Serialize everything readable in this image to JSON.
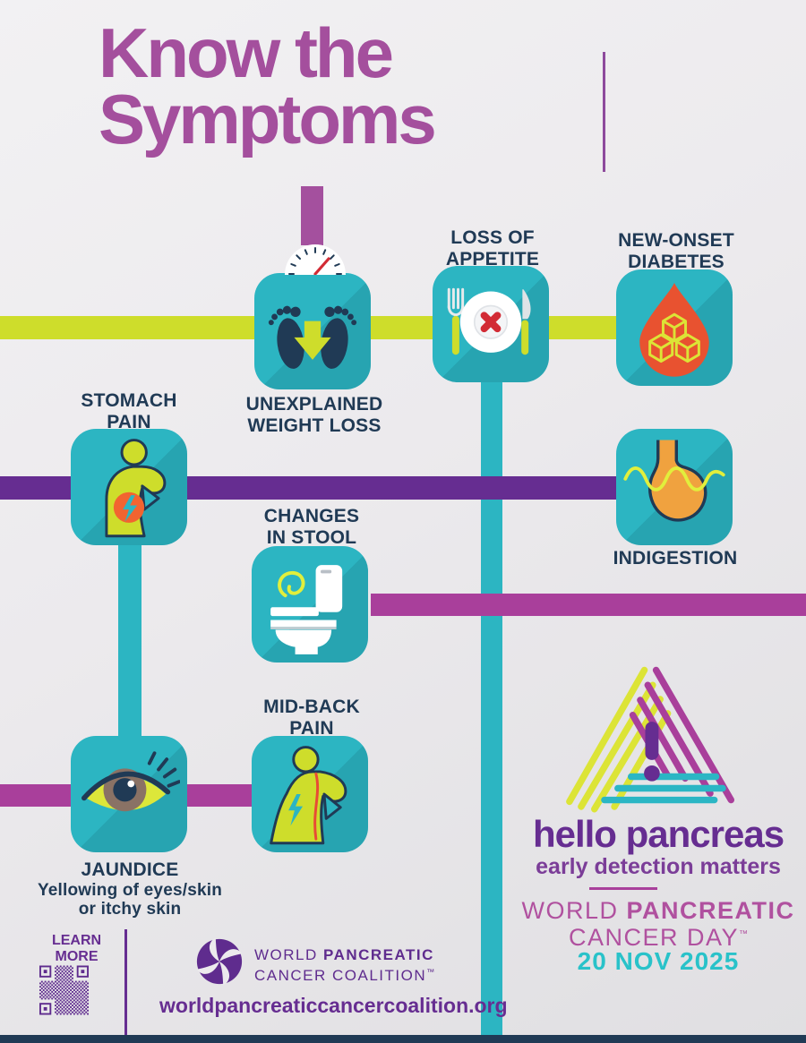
{
  "title": {
    "line1": "Know the",
    "line2": "Symptoms"
  },
  "symptoms": {
    "weight_loss": "UNEXPLAINED\nWEIGHT LOSS",
    "appetite": "LOSS OF\nAPPETITE",
    "diabetes": "NEW-ONSET\nDIABETES",
    "stomach": "STOMACH\nPAIN",
    "indigestion": "INDIGESTION",
    "stool": "CHANGES\nIN STOOL",
    "midback": "MID-BACK\nPAIN",
    "jaundice": "JAUNDICE",
    "jaundice_sub": "Yellowing of eyes/skin\nor itchy skin"
  },
  "campaign": {
    "tagline": "hello pancreas",
    "subtitle": "early detection matters",
    "day_word1": "WORLD ",
    "day_word2": "PANCREATIC",
    "day_line2": "CANCER DAY",
    "day_tm": "™",
    "date": "20 NOV 2025"
  },
  "footer": {
    "learn_more": "LEARN\nMORE",
    "coalition_word1": "WORLD ",
    "coalition_word2": "PANCREATIC",
    "coalition_line2": "CANCER COALITION",
    "coalition_tm": "™",
    "url": "worldpancreaticcancercoalition.org"
  },
  "icons": {
    "weight_loss": "scale-feet-down-arrow-icon",
    "appetite": "plate-crossed-out-icon",
    "diabetes": "blood-drop-sugar-cubes-icon",
    "stomach": "person-holding-stomach-icon",
    "indigestion": "stomach-organ-wave-icon",
    "stool": "toilet-swirl-icon",
    "midback": "person-back-pain-icon",
    "jaundice": "yellow-eye-icon",
    "campaign": "warning-triangle-stripes-icon",
    "coalition": "swirl-globe-icon",
    "learn_more": "qr-code-icon"
  },
  "colors": {
    "teal": "#2cb5c2",
    "purple": "#662d91",
    "magenta": "#a93f9b",
    "lime": "#cedd2b",
    "navy": "#203a55",
    "title_orchid": "#a44f9d",
    "orange_red": "#e85230",
    "date_teal": "#29c2c9",
    "background": "#eceaed"
  }
}
